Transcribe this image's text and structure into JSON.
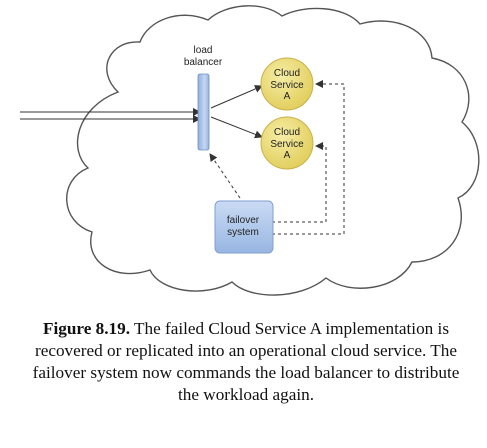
{
  "diagram": {
    "load_balancer": {
      "line1": "load",
      "line2": "balancer"
    },
    "services": [
      {
        "line1": "Cloud",
        "line2": "Service",
        "line3": "A"
      },
      {
        "line1": "Cloud",
        "line2": "Service",
        "line3": "A"
      }
    ],
    "failover": {
      "line1": "failover",
      "line2": "system"
    },
    "colors": {
      "cloud_stroke": "#555555",
      "service_fill": "#ecdc7a",
      "service_stroke": "#c9b14a",
      "balancer_fill": "#a9c4e8",
      "failover_fill": "#b5cdee",
      "arrow": "#333333"
    }
  },
  "caption": {
    "figure_label": "Figure 8.19.",
    "text": " The failed Cloud Service A implementation is recovered or replicated into an operational cloud service. The failover system now commands the load balancer to distribute the workload again."
  }
}
